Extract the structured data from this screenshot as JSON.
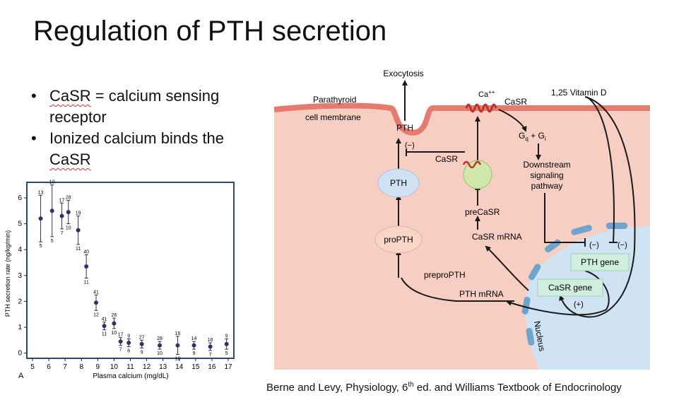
{
  "slide": {
    "title": "Regulation of PTH secretion",
    "bullets": [
      {
        "pre": "",
        "term": "CaSR",
        "post": " = calcium sensing receptor"
      },
      {
        "pre": "Ionized calcium binds the ",
        "term": "CaSR",
        "post": ""
      }
    ],
    "citation": {
      "before": "Berne and Levy, Physiology, 6",
      "sup": "th",
      "after": " ed. and Williams Textbook of Endocrinology"
    }
  },
  "chart_data": {
    "type": "scatter",
    "panel_label": "A",
    "xlabel": "Plasma calcium (mg/dL)",
    "ylabel": "PTH secretion rate (ng/kg/min)",
    "xlim": [
      5,
      17
    ],
    "ylim": [
      -0.2,
      6.6
    ],
    "xticks": [
      5,
      6,
      7,
      8,
      9,
      10,
      11,
      12,
      13,
      14,
      15,
      16,
      17
    ],
    "yticks": [
      0,
      1,
      2,
      3,
      4,
      5,
      6
    ],
    "points": [
      {
        "x": 5.5,
        "y": 5.2,
        "err": 0.9,
        "n_top": "13",
        "n_bot": "5"
      },
      {
        "x": 6.2,
        "y": 5.5,
        "err": 1.0,
        "n_top": "10",
        "n_bot": "5"
      },
      {
        "x": 6.8,
        "y": 5.3,
        "err": 0.5,
        "n_top": "17",
        "n_bot": "7"
      },
      {
        "x": 7.2,
        "y": 5.45,
        "err": 0.45,
        "n_top": "28",
        "n_bot": "10"
      },
      {
        "x": 7.8,
        "y": 4.75,
        "err": 0.55,
        "n_top": "19",
        "n_bot": "11"
      },
      {
        "x": 8.3,
        "y": 3.35,
        "err": 0.45,
        "n_top": "40",
        "n_bot": "11"
      },
      {
        "x": 8.9,
        "y": 1.95,
        "err": 0.3,
        "n_top": "41",
        "n_bot": "12"
      },
      {
        "x": 9.4,
        "y": 1.05,
        "err": 0.15,
        "n_top": "41",
        "n_bot": "11"
      },
      {
        "x": 10.0,
        "y": 1.15,
        "err": 0.2,
        "n_top": "26",
        "n_bot": "10"
      },
      {
        "x": 10.4,
        "y": 0.45,
        "err": 0.15,
        "n_top": "17",
        "n_bot": "7"
      },
      {
        "x": 10.9,
        "y": 0.4,
        "err": 0.15,
        "n_top": "9",
        "n_bot": "6"
      },
      {
        "x": 11.7,
        "y": 0.35,
        "err": 0.15,
        "n_top": "27",
        "n_bot": "9"
      },
      {
        "x": 12.8,
        "y": 0.3,
        "err": 0.15,
        "n_top": "28",
        "n_bot": "10"
      },
      {
        "x": 13.9,
        "y": 0.3,
        "err": 0.35,
        "n_top": "16",
        "n_bot": "10"
      },
      {
        "x": 14.9,
        "y": 0.3,
        "err": 0.15,
        "n_top": "14",
        "n_bot": "9"
      },
      {
        "x": 15.9,
        "y": 0.25,
        "err": 0.15,
        "n_top": "16",
        "n_bot": "7"
      },
      {
        "x": 16.9,
        "y": 0.35,
        "err": 0.2,
        "n_top": "9",
        "n_bot": "5"
      }
    ],
    "colors": {
      "point": "#3a2a6e",
      "frame": "#2a4a6e"
    }
  },
  "diagram": {
    "labels": {
      "exocytosis": "Exocytosis",
      "membrane1": "Parathyroid",
      "membrane2": "cell membrane",
      "ca": "Ca",
      "ca_sup": "++",
      "casr_top": "CaSR",
      "vitd": "1,25 Vitamin D",
      "pth_vesicle": "PTH",
      "inhibit1": "(−)",
      "gq": "G",
      "gq_sub": "q",
      "plus_gi": " + G",
      "gi_sub": "i",
      "casr_cell": "CaSR",
      "downstream1": "Downstream",
      "downstream2": "signaling",
      "downstream3": "pathway",
      "pth": "PTH",
      "precasr": "preCaSR",
      "propth": "proPTH",
      "casr_mrna": "CaSR mRNA",
      "inhibit2": "(−)",
      "inhibit3": "(−)",
      "pth_gene": "PTH gene",
      "prepropth": "preproPTH",
      "casr_gene": "CaSR gene",
      "pth_mrna": "PTH mRNA",
      "plus": "(+)",
      "nucleus": "Nucleus"
    },
    "colors": {
      "cytoplasm": "#f7cfc2",
      "membrane": "#e57a6e",
      "nucleus": "#cfe3f3",
      "gene_box": "#cfeede",
      "receptor": "#c0302a",
      "pth_oval": "#cfe1f3",
      "propth_oval": "#f7d6c7",
      "arrow": "#1a1a1a"
    }
  }
}
